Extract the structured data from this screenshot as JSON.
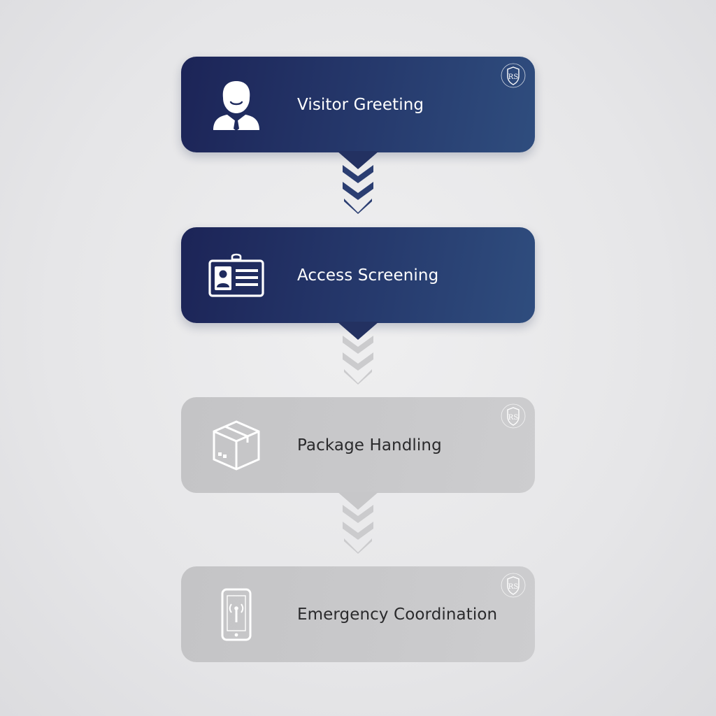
{
  "steps": [
    {
      "label": "Visitor Greeting",
      "icon": "person-icon",
      "state": "active"
    },
    {
      "label": "Access Screening",
      "icon": "id-badge-icon",
      "state": "active"
    },
    {
      "label": "Package Handling",
      "icon": "package-icon",
      "state": "inactive"
    },
    {
      "label": "Emergency Coordination",
      "icon": "mobile-signal-icon",
      "state": "inactive"
    }
  ],
  "seal": {
    "monogram": "RS"
  },
  "colors": {
    "active_start": "#1c2457",
    "active_end": "#2f4d7e",
    "inactive": "#c7c7c9",
    "background": "#e6e6e8"
  }
}
